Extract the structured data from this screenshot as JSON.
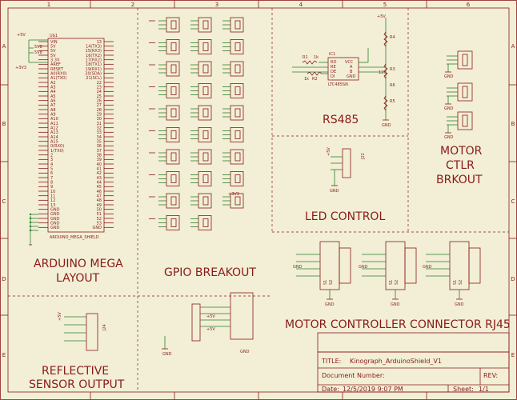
{
  "columns": [
    "1",
    "2",
    "3",
    "4",
    "5",
    "6"
  ],
  "rows": [
    "A",
    "B",
    "C",
    "D",
    "E"
  ],
  "sections": {
    "arduino_mega": [
      "ARDUINO MEGA",
      "LAYOUT"
    ],
    "gpio_breakout": "GPIO BREAKOUT",
    "rs485": "RS485",
    "led_control": "LED CONTROL",
    "motor_ctlr_brkout": [
      "MOTOR",
      "CTLR",
      "BRKOUT"
    ],
    "reflective_sensor": [
      "REFLECTIVE",
      "SENSOR OUTPUT"
    ],
    "motor_connector": "MOTOR CONTROLLER  CONNECTOR RJ45"
  },
  "arduino": {
    "ref": "U$1",
    "name": "ARDUINO_MEGA_SHIELD",
    "left_pins": [
      "VIN",
      "5V",
      "5V",
      "5V",
      "3.3V",
      "AREF",
      "RESET",
      "A0(RX0)",
      "A1(TX0)",
      "A2",
      "A3",
      "A4",
      "A5",
      "A6",
      "A7",
      "A8",
      "A9",
      "A10",
      "A11",
      "A12",
      "A13",
      "A14",
      "A15",
      "0(RX0)",
      "1(TX0)",
      "2",
      "3",
      "4",
      "5",
      "6",
      "7",
      "8",
      "9",
      "10",
      "11",
      "12",
      "13",
      "GND",
      "GND",
      "GND",
      "GND",
      "GND"
    ],
    "right_pins": [
      "13",
      "14(TX3)",
      "15(RX3)",
      "16(TX2)",
      "17(RX2)",
      "18(TX1)",
      "19(RX1)",
      "20(SDA)",
      "21(SCL)",
      "22",
      "23",
      "24",
      "25",
      "26",
      "27",
      "28",
      "29",
      "30",
      "31",
      "32",
      "33",
      "34",
      "35",
      "36",
      "37",
      "38",
      "39",
      "40",
      "41",
      "42",
      "43",
      "44",
      "45",
      "46",
      "47",
      "48",
      "49",
      "50",
      "51",
      "52",
      "53",
      "GND"
    ],
    "supply_labels": [
      "+5V",
      "5V8",
      "5V8",
      "+3V3"
    ]
  },
  "rs485": {
    "ic_ref": "IC1",
    "ic_name": "LTC485SN",
    "pins_left": [
      "RO",
      "RE",
      "DE",
      "DI"
    ],
    "pins_right": [
      "VCC",
      "A",
      "B",
      "GND"
    ],
    "r1": "R1",
    "r1_val": "1k",
    "r2": "R2",
    "r2_val": "1k",
    "r3": "R3",
    "r3_val": "120",
    "r4": "R4",
    "r5": "R5",
    "r6": "R6",
    "supply": "+5V",
    "gnd": "GND"
  },
  "led": {
    "supply": "+5V",
    "gnd": "GND",
    "ref": "J22"
  },
  "gpio": {
    "supply": "+3V3"
  },
  "motor_brkout": {
    "gnd": "GND"
  },
  "motor_connectors": {
    "pin_labels": [
      "S1",
      "S2"
    ],
    "gnd": "GND",
    "supply": "+5V"
  },
  "reflective": {
    "supply": "+5V",
    "ref": "J24",
    "gnd": "GND"
  },
  "title_block": {
    "title_label": "TITLE:",
    "title_value": "Kinograph_ArduinoShield_V1",
    "docnum_label": "Document Number:",
    "rev_label": "REV:",
    "date_label": "Date:",
    "date_value": "12/5/2019 9:07 PM",
    "sheet_label": "Sheet:",
    "sheet_value": "1/1"
  }
}
